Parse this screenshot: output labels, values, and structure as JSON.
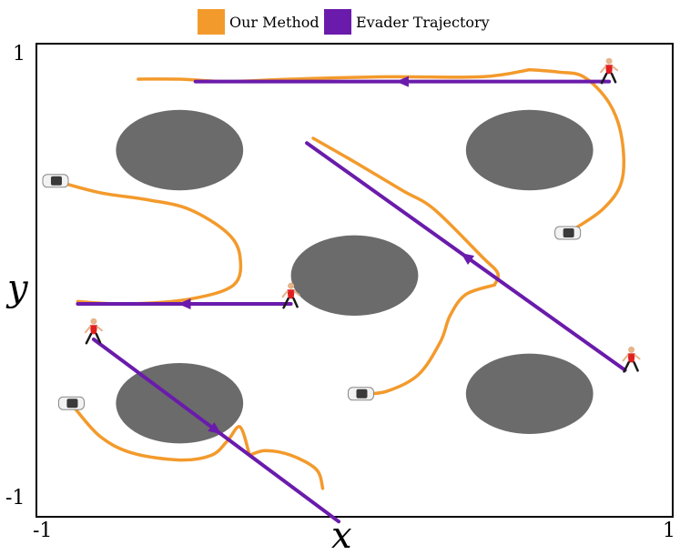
{
  "chart_data": {
    "type": "line",
    "title": "",
    "xlabel": "x",
    "ylabel": "y",
    "xlim": [
      -1,
      1
    ],
    "ylim": [
      -1,
      1
    ],
    "x_ticks": [
      "-1",
      "1"
    ],
    "y_ticks": [
      "1",
      "-1"
    ],
    "grid": false,
    "legend_placement": "top-center",
    "legend": [
      {
        "name": "Our Method",
        "color": "#f39a2c"
      },
      {
        "name": "Evader Trajectory",
        "color": "#6a1bab"
      }
    ],
    "obstacles": [
      {
        "cx": -0.55,
        "cy": 0.55,
        "rx": 0.2,
        "ry": 0.2,
        "color": "#6b6b6b"
      },
      {
        "cx": 0.55,
        "cy": 0.55,
        "rx": 0.2,
        "ry": 0.2,
        "color": "#6b6b6b"
      },
      {
        "cx": 0.0,
        "cy": 0.02,
        "rx": 0.2,
        "ry": 0.2,
        "color": "#6b6b6b"
      },
      {
        "cx": -0.55,
        "cy": -0.52,
        "rx": 0.2,
        "ry": 0.2,
        "color": "#6b6b6b"
      },
      {
        "cx": 0.55,
        "cy": -0.48,
        "rx": 0.2,
        "ry": 0.2,
        "color": "#6b6b6b"
      }
    ],
    "series": [
      {
        "name": "Evader Trajectory",
        "color": "#6a1bab",
        "x": [
          0.8,
          -0.5
        ],
        "y": [
          0.84,
          0.84
        ]
      },
      {
        "name": "Evader Trajectory",
        "color": "#6a1bab",
        "x": [
          -0.2,
          -0.87
        ],
        "y": [
          -0.1,
          -0.1
        ]
      },
      {
        "name": "Evader Trajectory",
        "color": "#6a1bab",
        "x": [
          -0.82,
          -0.05
        ],
        "y": [
          -0.25,
          -1.02
        ]
      },
      {
        "name": "Evader Trajectory",
        "color": "#6a1bab",
        "x": [
          0.85,
          -0.15
        ],
        "y": [
          -0.38,
          0.58
        ]
      },
      {
        "name": "Our Method",
        "color": "#f39a2c",
        "x": [
          0.67,
          0.78,
          0.84,
          0.84,
          0.8,
          0.72,
          0.64,
          0.55
        ],
        "y": [
          0.2,
          0.3,
          0.42,
          0.6,
          0.75,
          0.86,
          0.88,
          0.89
        ]
      },
      {
        "name": "Our Method",
        "color": "#f39a2c",
        "x": [
          0.55,
          0.4,
          0.1,
          -0.2,
          -0.4,
          -0.55,
          -0.68
        ],
        "y": [
          0.89,
          0.86,
          0.86,
          0.85,
          0.84,
          0.85,
          0.85
        ]
      },
      {
        "name": "Our Method",
        "color": "#f39a2c",
        "x": [
          -0.94,
          -0.8,
          -0.65,
          -0.52,
          -0.4,
          -0.36,
          -0.38,
          -0.52,
          -0.72,
          -0.87
        ],
        "y": [
          0.42,
          0.37,
          0.34,
          0.3,
          0.2,
          0.1,
          -0.02,
          -0.08,
          -0.1,
          -0.09
        ]
      },
      {
        "name": "Our Method",
        "color": "#f39a2c",
        "x": [
          -0.13,
          0.0,
          0.15,
          0.25,
          0.4,
          0.45,
          0.44
        ],
        "y": [
          0.6,
          0.5,
          0.38,
          0.3,
          0.1,
          0.03,
          -0.02
        ]
      },
      {
        "name": "Our Method",
        "color": "#f39a2c",
        "x": [
          0.44,
          0.35,
          0.3,
          0.27,
          0.2,
          0.1,
          0.02
        ],
        "y": [
          -0.02,
          -0.06,
          -0.15,
          -0.26,
          -0.4,
          -0.47,
          -0.48
        ]
      },
      {
        "name": "Our Method",
        "color": "#f39a2c",
        "x": [
          -0.88,
          -0.8,
          -0.7,
          -0.55,
          -0.45,
          -0.4,
          -0.36,
          -0.33
        ],
        "y": [
          -0.54,
          -0.66,
          -0.73,
          -0.76,
          -0.74,
          -0.68,
          -0.62,
          -0.74
        ]
      },
      {
        "name": "Our Method",
        "color": "#f39a2c",
        "x": [
          -0.33,
          -0.28,
          -0.2,
          -0.12,
          -0.1
        ],
        "y": [
          -0.74,
          -0.72,
          -0.74,
          -0.8,
          -0.88
        ]
      }
    ],
    "agents": [
      {
        "kind": "evader",
        "x": 0.8,
        "y": 0.88
      },
      {
        "kind": "evader",
        "x": -0.2,
        "y": -0.07
      },
      {
        "kind": "evader",
        "x": -0.82,
        "y": -0.22
      },
      {
        "kind": "evader",
        "x": 0.87,
        "y": -0.34
      },
      {
        "kind": "pursuer",
        "x": 0.67,
        "y": 0.2
      },
      {
        "kind": "pursuer",
        "x": -0.94,
        "y": 0.42
      },
      {
        "kind": "pursuer",
        "x": 0.02,
        "y": -0.48
      },
      {
        "kind": "pursuer",
        "x": -0.89,
        "y": -0.52
      }
    ]
  }
}
